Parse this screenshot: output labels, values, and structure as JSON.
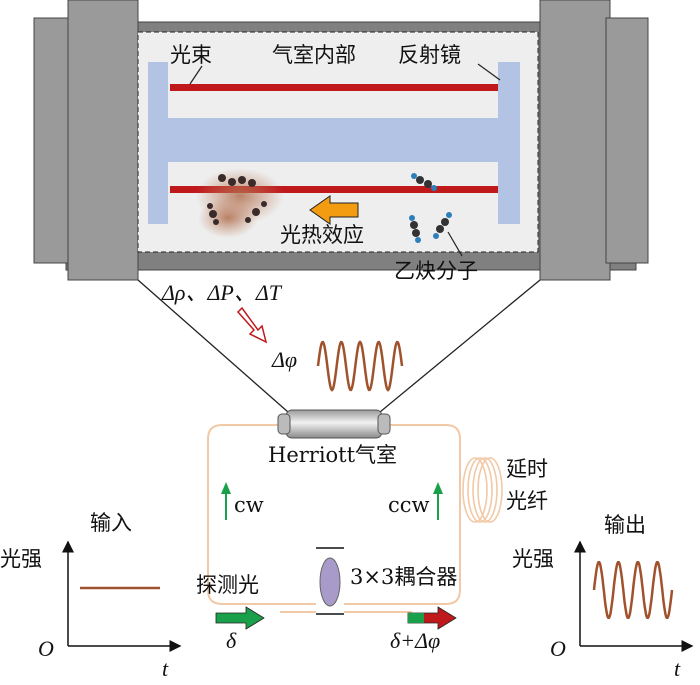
{
  "cell": {
    "beam": "光束",
    "interior": "气室内部",
    "mirror": "反射镜",
    "photothermal": "光热效应",
    "molecule": "乙炔分子"
  },
  "perturbation": "Δρ、ΔP、ΔT",
  "phase": "Δφ",
  "herriott": "Herriott气室",
  "cw": "cw",
  "ccw": "ccw",
  "delay_fiber": [
    "延时",
    "光纤"
  ],
  "coupler": "3×3耦合器",
  "probe": "探测光",
  "delta_in": "δ",
  "delta_out": "δ+Δφ",
  "input_plot": {
    "title": "输入",
    "ylabel": "光强",
    "origin": "O",
    "xlabel": "t"
  },
  "output_plot": {
    "title": "输出",
    "ylabel": "光强",
    "origin": "O",
    "xlabel": "t"
  },
  "colors": {
    "beam_red": "#c0191c",
    "mirror_blue": "#b3c3e3",
    "fiber": "#f2c9a6",
    "wave_brown": "#a0522d",
    "arrow_green": "#1aa04a",
    "arrow_orange": "#f39c12"
  }
}
